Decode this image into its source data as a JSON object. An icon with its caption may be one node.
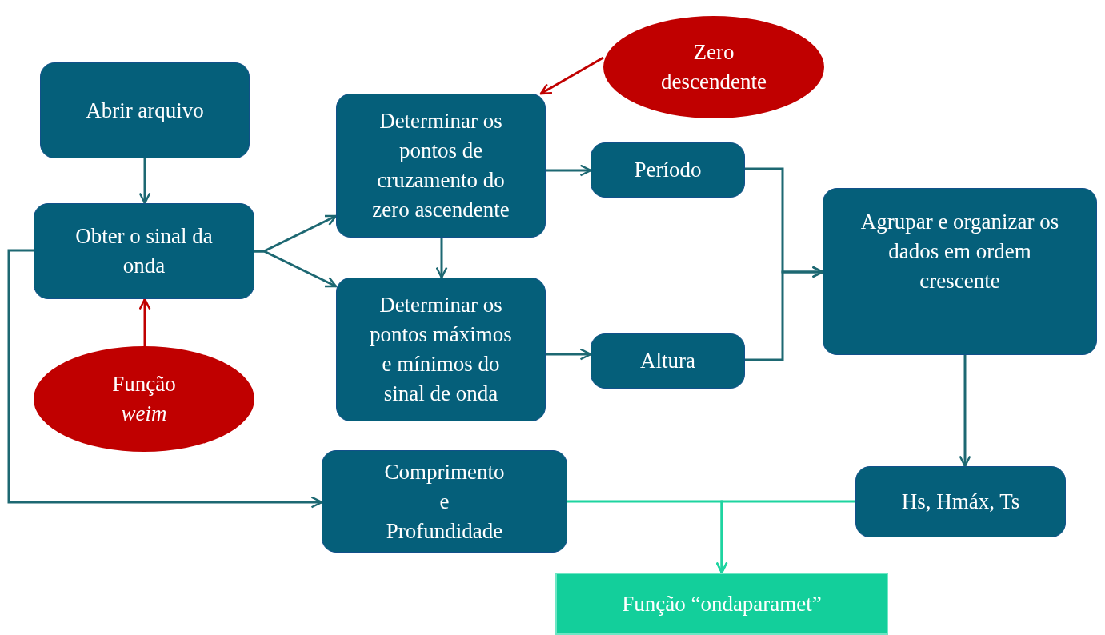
{
  "diagram": {
    "nodes": [
      {
        "text": [
          "Abrir arquivo"
        ]
      },
      {
        "text": [
          "Obter o sinal da onda"
        ]
      },
      {
        "text": [
          "Função *weim*"
        ]
      },
      {
        "text": [
          "Zero descendente"
        ]
      },
      {
        "text": [
          "Determinar os pontos de cruzamento do zero ascendente"
        ]
      },
      {
        "text": [
          "Período"
        ]
      },
      {
        "text": [
          "Determinar os pontos máximos e mínimos do sinal de onda"
        ]
      },
      {
        "text": [
          "Altura"
        ]
      },
      {
        "text": [
          "Agrupar e organizar os dados em ordem crescente"
        ]
      },
      {
        "text": [
          "Comprimento e Profundidade"
        ]
      },
      {
        "text": [
          "Hs, Hmáx, Ts"
        ]
      },
      {
        "text": [
          "Função “ondaparamet”"
        ]
      }
    ],
    "edges": [
      {
        "from": 0,
        "to": 1,
        "arrow": "to"
      },
      {
        "from": 2,
        "to": 1,
        "arrow": "to",
        "color": "#c00000"
      },
      {
        "from": 3,
        "to": 4,
        "arrow": "to",
        "color": "#c00000"
      },
      {
        "from": 1,
        "to": 4,
        "arrow": "to"
      },
      {
        "from": 1,
        "to": 6,
        "arrow": "to"
      },
      {
        "from": 4,
        "to": 6,
        "arrow": "to"
      },
      {
        "from": 4,
        "to": 5,
        "arrow": "to"
      },
      {
        "from": 6,
        "to": 7,
        "arrow": "to"
      },
      {
        "from": 5,
        "to": 8,
        "arrow": "to"
      },
      {
        "from": 7,
        "to": 8,
        "arrow": "to"
      },
      {
        "from": 8,
        "to": 10,
        "arrow": "to"
      },
      {
        "from": 1,
        "to": 9,
        "arrow": "to"
      },
      {
        "from": 9,
        "to": 11,
        "arrow": "to",
        "color": "#1ed4a0"
      },
      {
        "from": 10,
        "to": 11,
        "arrow": "to",
        "color": "#1ed4a0"
      }
    ]
  }
}
